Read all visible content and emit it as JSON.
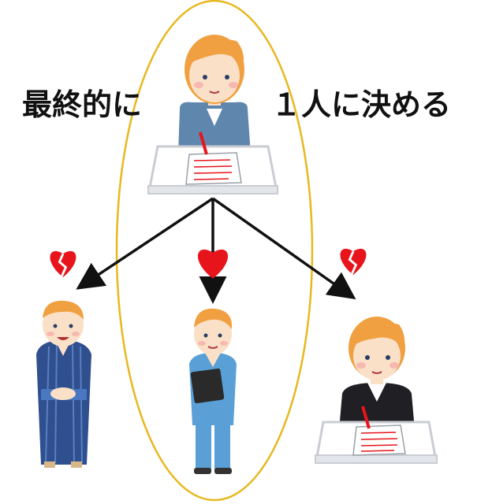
{
  "captions": {
    "left": "最終的に",
    "right": "１人に決める"
  },
  "nodes": {
    "decider": {
      "role": "decider",
      "icon": "woman-writing-at-desk-icon"
    },
    "candidates": [
      {
        "id": "yukata-man",
        "heart": "broken",
        "icon": "man-in-yukata-icon"
      },
      {
        "id": "nurse-man",
        "heart": "whole",
        "icon": "man-in-scrubs-holding-clipboard-icon"
      },
      {
        "id": "suit-man",
        "heart": "broken",
        "icon": "man-in-suit-writing-at-desk-icon"
      }
    ]
  },
  "colors": {
    "ellipse": "#e8b820",
    "arrow": "#111111",
    "heart": "#e8141c",
    "hair": "#f0a040",
    "skin": "#fbe0c8",
    "grey_suit": "#5f86ad",
    "yukata": "#2f4f8e",
    "scrubs": "#5aa0d6",
    "black_suit": "#1f1f24"
  }
}
